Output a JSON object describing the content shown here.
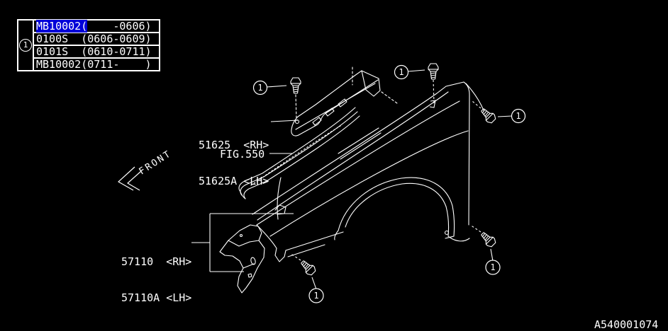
{
  "colors": {
    "background": "#000000",
    "line": "#ffffff",
    "row_highlight": "#0000d8",
    "row_highlight_text": "#ffffff"
  },
  "ref_table": {
    "marker": "1",
    "rows": [
      {
        "code": "MB10002(",
        "range": "    -0606)",
        "highlighted": true
      },
      {
        "code": "0100S",
        "range": "  (0606-0609)",
        "highlighted": false
      },
      {
        "code": "0101S",
        "range": "  (0610-0711)",
        "highlighted": false
      },
      {
        "code": "MB10002(",
        "range": "0711-    )",
        "highlighted": false
      }
    ]
  },
  "part_labels": {
    "bracket": {
      "line1": "51625  <RH>",
      "line2": "51625A <LH>"
    },
    "figure_ref": "FIG.550",
    "fender": {
      "line1": "57110  <RH>",
      "line2": "57110A <LH>"
    }
  },
  "orientation": {
    "front_label": "FRONT"
  },
  "callouts": [
    {
      "label": "1"
    },
    {
      "label": "1"
    },
    {
      "label": "1"
    },
    {
      "label": "1"
    },
    {
      "label": "1"
    }
  ],
  "footer": {
    "diagram_code": "A540001074"
  }
}
